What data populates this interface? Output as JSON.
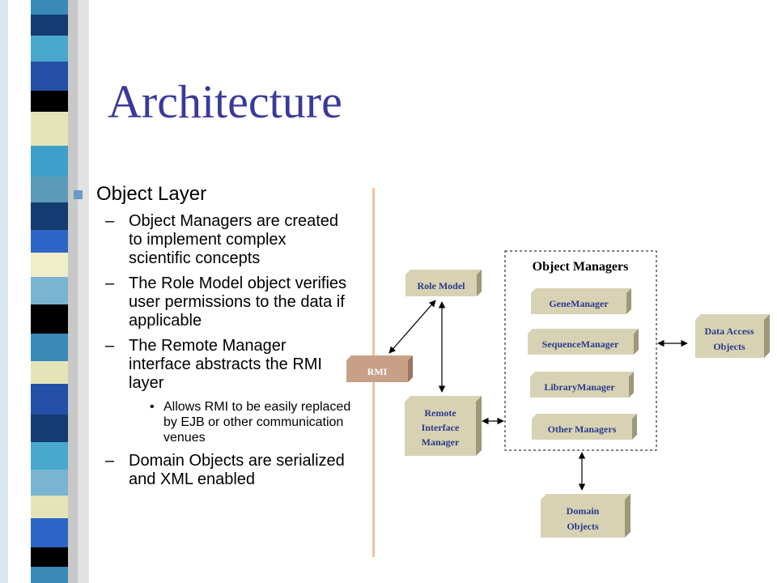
{
  "slide": {
    "title": "Architecture",
    "bullets": {
      "l1": "Object Layer",
      "items": [
        "Object Managers are created to implement complex scientific concepts",
        "The Role Model object verifies user permissions to the data if applicable",
        "The Remote Manager interface abstracts the RMI layer"
      ],
      "sub": "Allows RMI to be easily replaced by EJB or other communication venues",
      "last": "Domain Objects are serialized and XML enabled",
      "dash": "–",
      "dot": "•"
    }
  },
  "diagram": {
    "rmi": "RMI",
    "role_model": "Role Model",
    "remote_manager": [
      "Remote",
      "Interface",
      "Manager"
    ],
    "group_title": "Object Managers",
    "managers": [
      "GeneManager",
      "SequenceManager",
      "LibraryManager",
      "Other Managers"
    ],
    "data_access": [
      "Data Access",
      "Objects"
    ],
    "domain_objects": [
      "Domain",
      "Objects"
    ]
  },
  "colors": {
    "box_face": "#d8d2b4",
    "box_shadow": "#9e9878",
    "rmi_face": "#c8a088",
    "rmi_shadow": "#9a7460",
    "title": "#3a3a9a",
    "divider": "#f2c29a"
  }
}
